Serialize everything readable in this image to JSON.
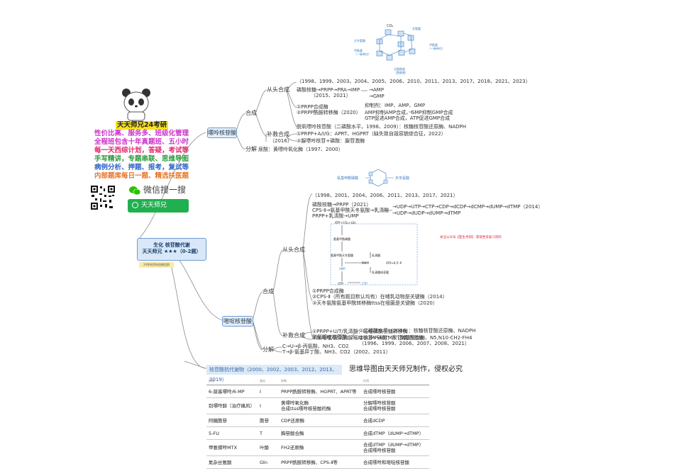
{
  "left": {
    "brand": "天天师兄24考研",
    "promo": [
      {
        "text": "性价比高、服务多、班级化管理",
        "color": "#cc33cc"
      },
      {
        "text": "全程班包含十年真题班、五小时",
        "color": "#cc33cc"
      },
      {
        "text": "每一天西综计划，答疑，考试等",
        "color": "#e0286e"
      },
      {
        "text": "手写精讲，专题串联、思维导图",
        "color": "#2a9a3a"
      },
      {
        "text": "病例分析、押题、报考，复试等",
        "color": "#2b63c9"
      },
      {
        "text": "内部题库每日一题、精选扶医题",
        "color": "#e8762a"
      }
    ],
    "wechat_search": "微信搜一搜",
    "wechat_search_box": "天天师兄",
    "center_title1": "生化 核苷酸代谢",
    "center_title2": "天天师兄 ★★★（0-2题）",
    "center_tag": "24考研资料加微信群"
  },
  "purine": {
    "label": "嘌呤核苷酸",
    "synthesis": "合成",
    "de_novo": "从头合成",
    "years": "（1998、1999、2003、2004、2005、2006、2010、2011、2013、2017、2018、2021、2023）",
    "path": "磷酸核糖→PRPP→PRA→IMP",
    "path_years": "（2015、2021）",
    "amp": "→AMP",
    "gmp": "→GMP",
    "enzyme1": "①PRPP合成酶",
    "enzyme2": "②PRPP酰胺转移酶（2020）",
    "inhib1": "抑制剂：IMP、AMP、GMP",
    "inhib2": "AMP抑制AMP合成，GMP抑制GMP合成",
    "inhib3": "GTP促进AMP合成，ATP促进GMP合成",
    "deoxy": "脱氧嘌呤核苷酸（二磷酸水平，1998、2009）：核糖核苷酸还原酶、NADPH",
    "salvage": "补救合成",
    "salvage_year": "（2016）",
    "salvage1": "①PRPP+A/I/G：APRT、HGPRT（缺失致自毁容貌综合征，2022）",
    "salvage2": "②腺嘌呤核苷+磷酸：腺苷激酶",
    "decomp": "分解",
    "decomp_text": "尿酸：黄嘌呤氧化酶（1997、2000）",
    "struct_labels": {
      "co2": "CO₂",
      "asp": "天冬氨酸",
      "gly": "甘氨酸",
      "formyl1": "甲酰基\n（一碳单位）",
      "formyl2": "甲酰基\n（一碳单位）",
      "gln": "谷氨酰胺\n（酰胺基）"
    }
  },
  "pyrimidine": {
    "label": "嘧啶核苷酸",
    "synthesis": "合成",
    "de_novo": "从头合成",
    "struct_label": "氨基甲酰磷酸",
    "struct_asp": "天冬氨酸",
    "years": "（1998、2001、2004、2006、2011、2013、2017、2021）",
    "path1": "磷酸核糖→PRPP（2021）",
    "path2": "CPS-Ⅱ→氨基甲酰天冬氨酸→乳清酸",
    "path3": "PRPP+乳清酸→UMP",
    "branch1": "→UDP→UTP→CTP→CDP→dCDP→dCMP→dUMP→dTMP（2014）",
    "branch2": "→UDP→dUDP→dUMP→dTMP",
    "flow": {
      "top": "ATP＋CO₂＋Gln",
      "a": "氨基甲酰磷酸",
      "b": "氨基甲酰天冬氨酸",
      "c": "乳清酸",
      "d": "乳清酸核苷酸",
      "e": "ATP+R-5'-P",
      "prpp": "PRPP",
      "ump": "UMP",
      "utp": "UTP",
      "ctp": "CTP"
    },
    "note": "关注公众号【医生考研】 获取更多复习资料",
    "e1": "①PRPP合成酶",
    "e2": "②CPS-Ⅱ（所有题目默认均有）在哺乳动物是关键酶（2014）",
    "e3": "③天冬氨酸氨基甲酰转移酶ttss在细菌是关键酶（2020）",
    "deoxy": "脱氧嘧啶核苷酸",
    "deoxy1": "①二磷酸水平（2006）：核糖核苷酸还原酶、NADPH",
    "deoxy2": "②dUMP→dTMP：胸苷酸合酶、N5,N10-CH2-FH4",
    "deoxy2_years": "（1996、1999、2006、2007、2008、2021）",
    "salvage": "补救合成",
    "salvage1": "①PRPP+U/T/乳清酸：嘧啶磷酸核糖转移酶",
    "salvage2": "②尿嘧啶/脱氧胸腺嘧啶核苷+磷酸：尿苷/胸苷激酶",
    "decomp": "分解",
    "decomp1": "C→U→β-丙氨酸、NH3、CO2",
    "decomp2": "T→β-氨基异丁酸、NH3、CO2（2002、2011）"
  },
  "antimetab": {
    "caption": "核苷酸抗代谢物（2000、2002、2003、2012、2013、2019）",
    "copyright": "思维导图由天天师兄制作，侵权必究",
    "headers": [
      "药物",
      "类似",
      "抑制",
      "作用"
    ],
    "rows": [
      [
        "6-巯基嘌呤/6-MP",
        "I",
        "PRPP酰胺转移酶、HGPRT、APRT等",
        "合成嘌呤核苷酸"
      ],
      [
        "别嘌呤醇（治疗痛风）",
        "I",
        "黄嘌呤氧化酶\n合成ttss嘌呤核苷酸的酶",
        "分解嘌呤核苷酸\n合成嘌呤核苷酸"
      ],
      [
        "阿糖胞苷",
        "胞苷",
        "CDP还原酶",
        "合成dCDP"
      ],
      [
        "5-FU",
        "T",
        "胸苷酸合酶",
        "合成dTMP（dUMP→dTMP）"
      ],
      [
        "甲氨蝶呤MTX",
        "叶酸",
        "FH2还原酶",
        "合成dTMP（dUMP→dTMP）\n合成嘌呤核苷酸"
      ],
      [
        "氮杂丝氨酸",
        "Gln",
        "PRPP酰胺转移酶、CPS-Ⅱ等",
        "合成嘌呤和嘧啶核苷酸"
      ]
    ]
  }
}
